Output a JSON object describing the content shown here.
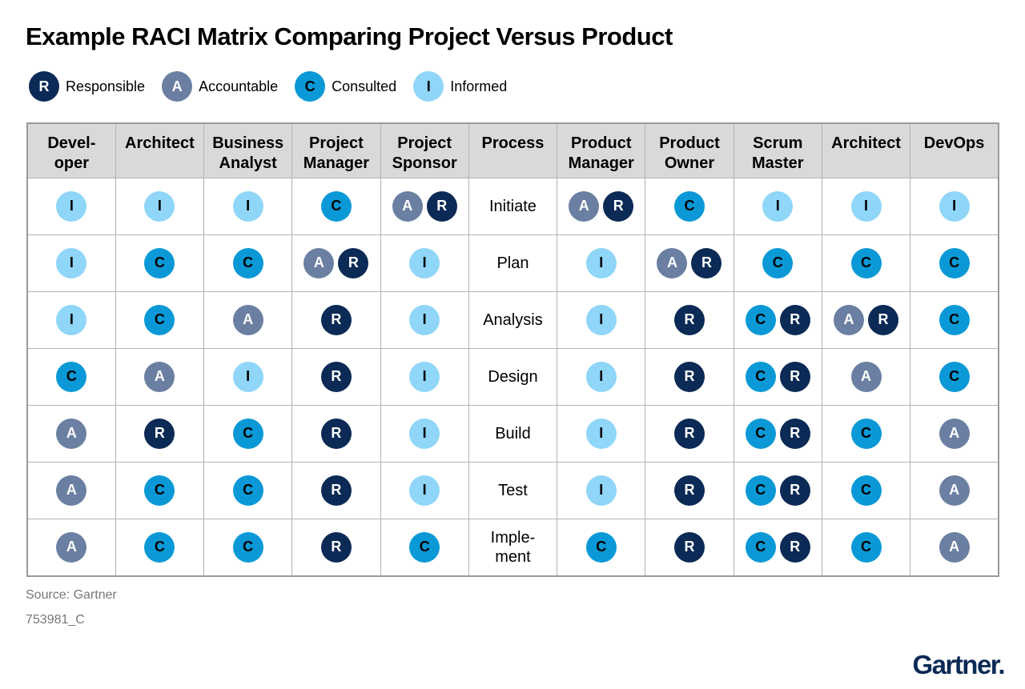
{
  "title": "Example RACI Matrix Comparing Project Versus Product",
  "legend": [
    {
      "code": "R",
      "label": "Responsible"
    },
    {
      "code": "A",
      "label": "Accountable"
    },
    {
      "code": "C",
      "label": "Consulted"
    },
    {
      "code": "I",
      "label": "Informed"
    }
  ],
  "colors": {
    "R": "#0b2a55",
    "A": "#6a7fa2",
    "C": "#0a99d6",
    "I": "#8fd6f8"
  },
  "columns": [
    "Devel-\noper",
    "Architect",
    "Business\nAnalyst",
    "Project\nManager",
    "Project\nSponsor",
    "Process",
    "Product\nManager",
    "Product\nOwner",
    "Scrum\nMaster",
    "Architect",
    "DevOps"
  ],
  "process_column_index": 5,
  "rows": [
    {
      "process": "Initiate",
      "cells": [
        [
          "I"
        ],
        [
          "I"
        ],
        [
          "I"
        ],
        [
          "C"
        ],
        [
          "A",
          "R"
        ],
        [
          "A",
          "R"
        ],
        [
          "C"
        ],
        [
          "I"
        ],
        [
          "I"
        ],
        [
          "I"
        ]
      ]
    },
    {
      "process": "Plan",
      "cells": [
        [
          "I"
        ],
        [
          "C"
        ],
        [
          "C"
        ],
        [
          "A",
          "R"
        ],
        [
          "I"
        ],
        [
          "I"
        ],
        [
          "A",
          "R"
        ],
        [
          "C"
        ],
        [
          "C"
        ],
        [
          "C"
        ]
      ]
    },
    {
      "process": "Analysis",
      "cells": [
        [
          "I"
        ],
        [
          "C"
        ],
        [
          "A"
        ],
        [
          "R"
        ],
        [
          "I"
        ],
        [
          "I"
        ],
        [
          "R"
        ],
        [
          "C",
          "R"
        ],
        [
          "A",
          "R"
        ],
        [
          "C"
        ]
      ]
    },
    {
      "process": "Design",
      "cells": [
        [
          "C"
        ],
        [
          "A"
        ],
        [
          "I"
        ],
        [
          "R"
        ],
        [
          "I"
        ],
        [
          "I"
        ],
        [
          "R"
        ],
        [
          "C",
          "R"
        ],
        [
          "A"
        ],
        [
          "C"
        ]
      ]
    },
    {
      "process": "Build",
      "cells": [
        [
          "A"
        ],
        [
          "R"
        ],
        [
          "C"
        ],
        [
          "R"
        ],
        [
          "I"
        ],
        [
          "I"
        ],
        [
          "R"
        ],
        [
          "C",
          "R"
        ],
        [
          "C"
        ],
        [
          "A"
        ]
      ]
    },
    {
      "process": "Test",
      "cells": [
        [
          "A"
        ],
        [
          "C"
        ],
        [
          "C"
        ],
        [
          "R"
        ],
        [
          "I"
        ],
        [
          "I"
        ],
        [
          "R"
        ],
        [
          "C",
          "R"
        ],
        [
          "C"
        ],
        [
          "A"
        ]
      ]
    },
    {
      "process": "Imple-\nment",
      "cells": [
        [
          "A"
        ],
        [
          "C"
        ],
        [
          "C"
        ],
        [
          "R"
        ],
        [
          "C"
        ],
        [
          "C"
        ],
        [
          "R"
        ],
        [
          "C",
          "R"
        ],
        [
          "C"
        ],
        [
          "A"
        ]
      ]
    }
  ],
  "footer": {
    "source": "Source: Gartner",
    "doc_id": "753981_C"
  },
  "logo": {
    "text": "Gartner",
    "dot": "."
  }
}
